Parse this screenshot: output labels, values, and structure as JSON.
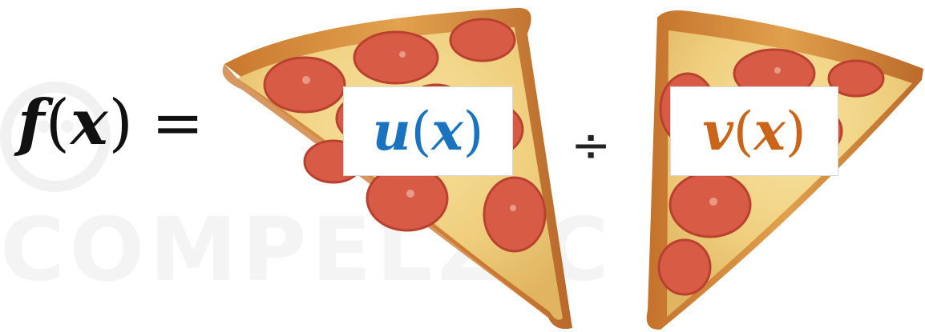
{
  "equation": {
    "lhs_func": "f",
    "lhs_var": "x",
    "equals": "=",
    "numerator_func": "u",
    "numerator_var": "x",
    "operator": "÷",
    "denominator_func": "v",
    "denominator_var": "x"
  },
  "watermark": {
    "text": "COMPELZ.C"
  },
  "colors": {
    "numerator": "#1a73be",
    "denominator": "#c96419",
    "text": "#111111"
  },
  "icons": [
    "pizza-slice-left-icon",
    "pizza-slice-right-icon"
  ]
}
